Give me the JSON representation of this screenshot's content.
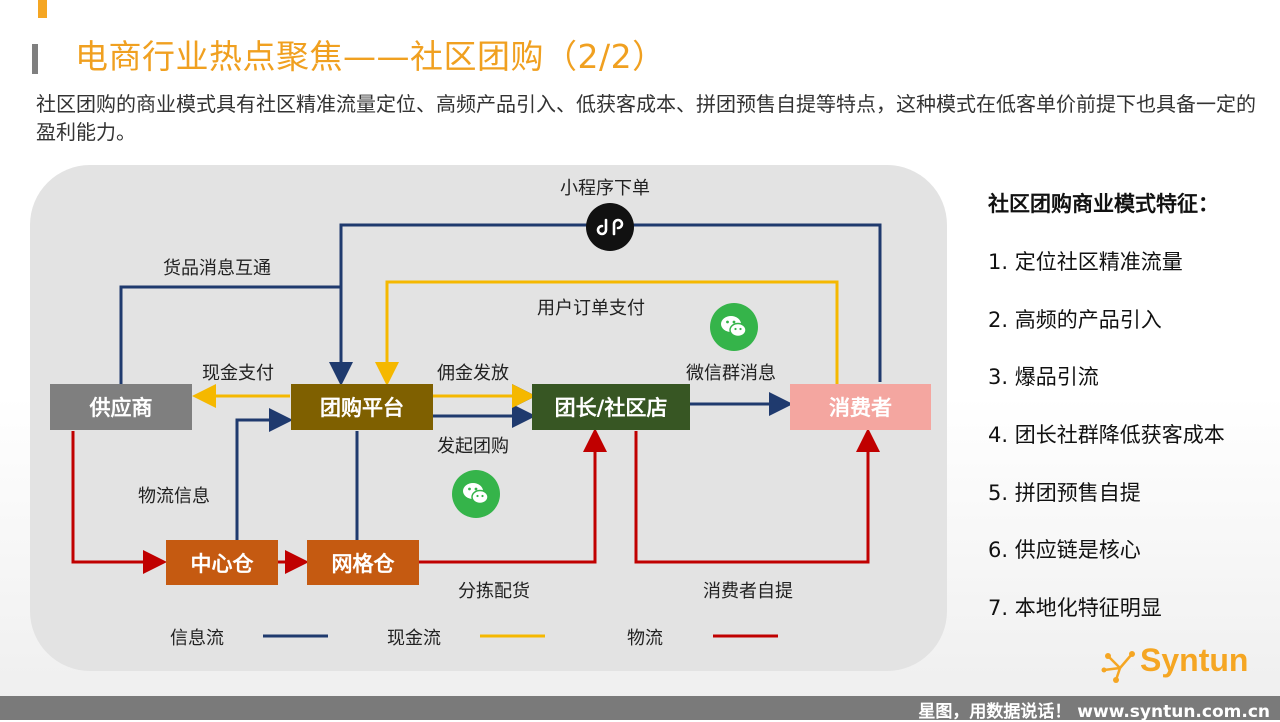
{
  "header": {
    "title": "电商行业热点聚焦——社区团购（2/2）",
    "subtitle": "社区团购的商业模式具有社区精准流量定位、高频产品引入、低获客成本、拼团预售自提等特点，这种模式在低客单价前提下也具备一定的盈利能力。"
  },
  "diagram": {
    "nodes": {
      "supplier": "供应商",
      "platform": "团购平台",
      "leader": "团长/社区店",
      "consumer": "消费者",
      "central_warehouse": "中心仓",
      "grid_warehouse": "网格仓"
    },
    "edge_labels": {
      "mini_program": "小程序下单",
      "goods_info": "货品消息互通",
      "user_payment": "用户订单支付",
      "cash_payment": "现金支付",
      "commission": "佣金发放",
      "wechat_group_msg": "微信群消息",
      "launch_group": "发起团购",
      "logistics_info": "物流信息",
      "sorting": "分拣配货",
      "self_pickup": "消费者自提"
    },
    "legend": [
      {
        "label": "信息流",
        "color": "#1f3a6e"
      },
      {
        "label": "现金流",
        "color": "#f5b800"
      },
      {
        "label": "物流",
        "color": "#c00000"
      }
    ],
    "colors": {
      "supplier": "#7f7f7f",
      "platform": "#7f6000",
      "leader": "#375623",
      "consumer": "#f4a6a0",
      "warehouse": "#c55a11",
      "wechat": "#35b44a"
    },
    "icons": {
      "mini_program": "mini-program-icon",
      "wechat": "wechat-icon"
    }
  },
  "sidebar": {
    "title": "社区团购商业模式特征：",
    "items": [
      "1.  定位社区精准流量",
      "2.  高频的产品引入",
      "3.  爆品引流",
      "4.  团长社群降低获客成本",
      "5.  拼团预售自提",
      "6.  供应链是核心",
      "7.  本地化特征明显"
    ]
  },
  "footer": {
    "slogan": "星图，用数据说话！ www.syntun.com.cn",
    "logo_text": "Syntun"
  }
}
